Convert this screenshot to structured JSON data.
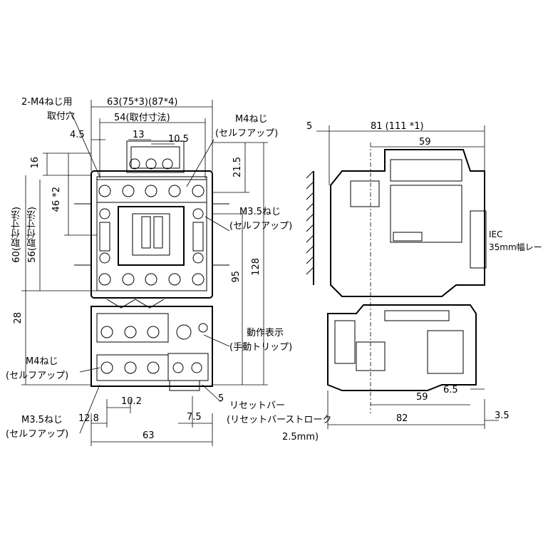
{
  "front_view": {
    "mount_hole_label_1": "2-M4ねじ用",
    "mount_hole_label_2": "取付穴",
    "width_total": "63(75*3)(87*4)",
    "mount_width": "54(取付寸法)",
    "dim_4_5": "4.5",
    "dim_13": "13",
    "dim_10_5": "10.5",
    "m4_screw_top_1": "M4ねじ",
    "m4_screw_top_2": "(セルフアップ)",
    "dim_16": "16",
    "dim_46": "46 *2",
    "dim_21_5": "21.5",
    "dim_60": "60(取付寸法)",
    "dim_56": "56(取付寸法)",
    "m35_screw_1": "M3.5ねじ",
    "m35_screw_2": "(セルフアップ)",
    "dim_128": "128",
    "dim_95": "95",
    "dim_28": "28",
    "indicator_1": "動作表示",
    "indicator_2": "(手動トリップ)",
    "m4_screw_bottom_1": "M4ねじ",
    "m4_screw_bottom_2": "(セルフアップ)",
    "dim_10_2": "10.2",
    "dim_5": "5",
    "reset_1": "リセットバー",
    "reset_2": "(リセットバーストローク",
    "reset_3": "2.5mm)",
    "dim_12_8": "12.8",
    "dim_7_5": "7.5",
    "m35_bottom_1": "M3.5ねじ",
    "m35_bottom_2": "(セルフアップ)",
    "dim_63_bottom": "63"
  },
  "side_view": {
    "dim_5_top": "5",
    "depth_total": "81 (111 *1)",
    "dim_59_top": "59",
    "rail_1": "IEC",
    "rail_2": "35mm幅レール",
    "dim_6_5": "6.5",
    "dim_59_bottom": "59",
    "dim_82": "82",
    "dim_3_5": "3.5"
  }
}
